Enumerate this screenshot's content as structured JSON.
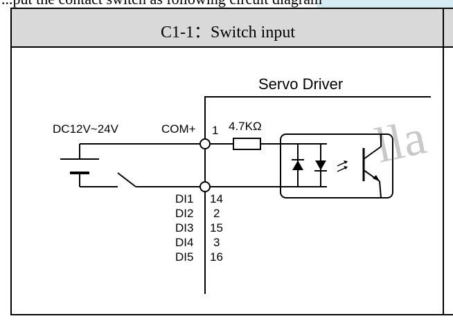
{
  "intro_text": "...put the contact switch as following circuit diagram",
  "table": {
    "header_title": "C1-1：Switch input"
  },
  "diagram": {
    "box_title": "Servo Driver",
    "supply_label": "DC12V~24V",
    "com_label": "COM+",
    "com_pin": "1",
    "resistor_label": "4.7KΩ",
    "inputs": [
      {
        "name": "DI1",
        "pin": "14"
      },
      {
        "name": "DI2",
        "pin": "2"
      },
      {
        "name": "DI3",
        "pin": "15"
      },
      {
        "name": "DI4",
        "pin": "3"
      },
      {
        "name": "DI5",
        "pin": "16"
      }
    ],
    "watermark": "lla",
    "colors": {
      "line": "#000000",
      "header_bg": "#d9d9d9",
      "highlight": "#d7ebf5",
      "watermark": "#c9c9c9"
    }
  }
}
